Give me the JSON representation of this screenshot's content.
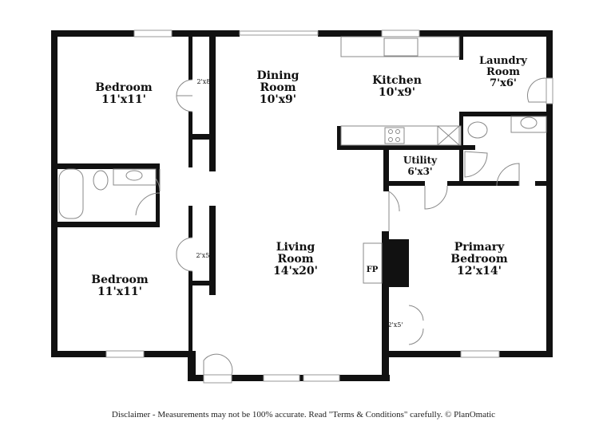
{
  "rooms": [
    {
      "name": "Bedroom",
      "size": "11'x11'"
    },
    {
      "name": "Dining Room",
      "size": "10'x9'"
    },
    {
      "name": "Kitchen",
      "size": "10'x9'"
    },
    {
      "name": "Laundry Room",
      "size": "7'x6'"
    },
    {
      "name": "Utility",
      "size": "6'x3'"
    },
    {
      "name": "Living Room",
      "size": "14'x20'"
    },
    {
      "name": "Primary Bedroom",
      "size": "12'x14'"
    },
    {
      "name": "Bedroom",
      "size": "11'x11'"
    }
  ],
  "closets": [
    "2'x8'",
    "2'x5'",
    "2'x5'"
  ],
  "fireplace": "FP",
  "disclaimer": "Disclaimer - Measurements may not be 100% accurate. Read \"Terms & Conditions\" carefully. © PlanOmatic"
}
